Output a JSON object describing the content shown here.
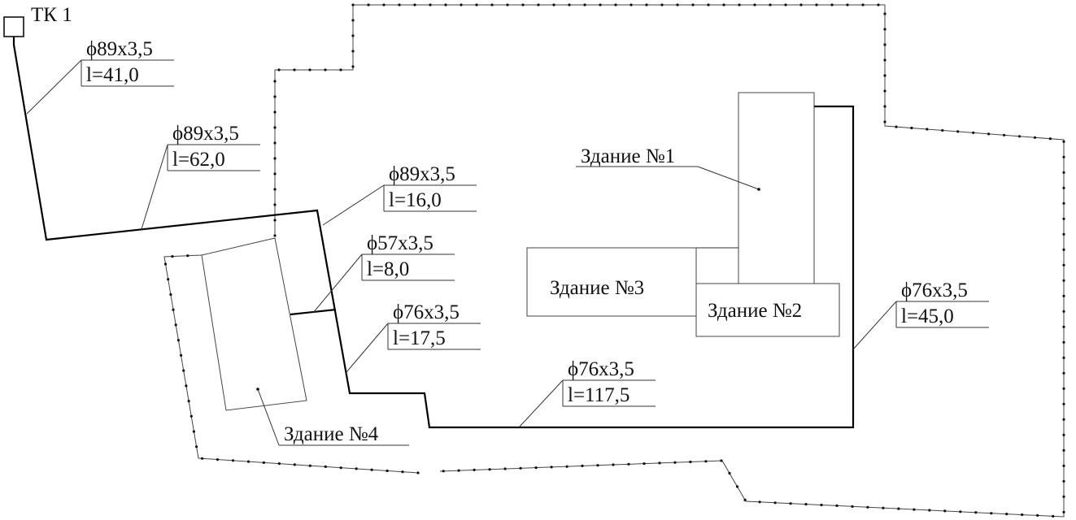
{
  "chamber": {
    "label": "ТК 1"
  },
  "pipe_labels": [
    {
      "id": "seg1",
      "diameter": "ϕ89x3,5",
      "length": "l=41,0"
    },
    {
      "id": "seg2",
      "diameter": "ϕ89x3,5",
      "length": "l=62,0"
    },
    {
      "id": "seg3",
      "diameter": "ϕ89x3,5",
      "length": "l=16,0"
    },
    {
      "id": "seg4",
      "diameter": "ϕ57x3,5",
      "length": "l=8,0"
    },
    {
      "id": "seg5",
      "diameter": "ϕ76x3,5",
      "length": "l=17,5"
    },
    {
      "id": "seg6",
      "diameter": "ϕ76x3,5",
      "length": "l=117,5"
    },
    {
      "id": "seg7",
      "diameter": "ϕ76x3,5",
      "length": "l=45,0"
    }
  ],
  "buildings": {
    "b1": "Здание №1",
    "b2": "Здание №2",
    "b3": "Здание №3",
    "b4": "Здание №4"
  }
}
